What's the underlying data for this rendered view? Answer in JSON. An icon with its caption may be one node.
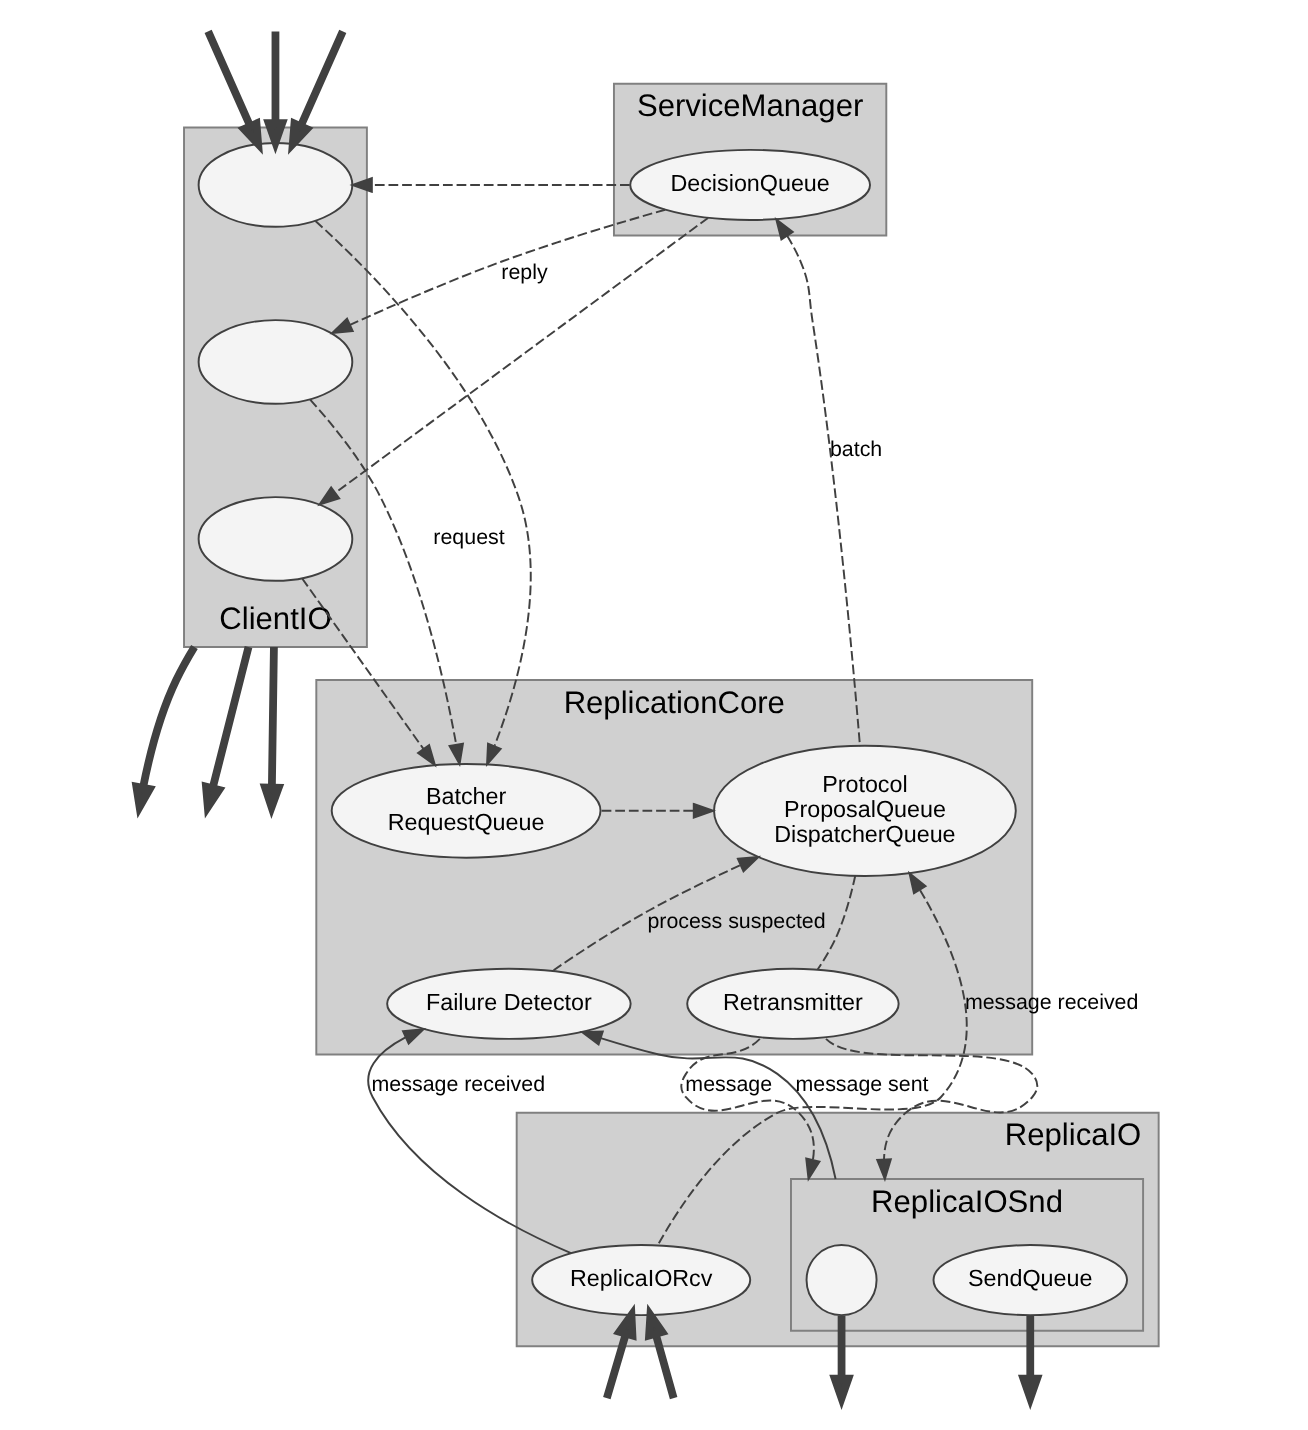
{
  "diagram": {
    "nodes": [
      {
        "text": [
          "ClientIO"
        ]
      },
      {
        "text": [],
        "shape": "ellipse",
        "in": 0
      },
      {
        "text": [],
        "shape": "ellipse",
        "in": 0
      },
      {
        "text": [],
        "shape": "ellipse",
        "in": 0
      },
      {
        "text": [
          "ServiceManager"
        ]
      },
      {
        "text": [
          "DecisionQueue"
        ],
        "in": 4
      },
      {
        "text": [
          "ReplicationCore"
        ]
      },
      {
        "text": [
          "Batcher",
          "RequestQueue"
        ],
        "in": 6
      },
      {
        "text": [
          "Protocol",
          "ProposalQueue",
          "DispatcherQueue"
        ],
        "in": 6
      },
      {
        "text": [
          "Failure Detector"
        ],
        "in": 6
      },
      {
        "text": [
          "Retransmitter"
        ],
        "in": 6
      },
      {
        "text": [
          "ReplicaIO"
        ]
      },
      {
        "text": [
          "ReplicaIORcv"
        ],
        "in": 11
      },
      {
        "text": [
          "ReplicaIOSnd"
        ],
        "in": 11
      },
      {
        "text": [],
        "shape": "circle",
        "in": 13
      },
      {
        "text": [
          "SendQueue"
        ],
        "in": 13
      }
    ],
    "edges": [
      {
        "from": null,
        "to": 1,
        "arrow": "to",
        "style": "thick"
      },
      {
        "from": null,
        "to": 1,
        "arrow": "to",
        "style": "thick"
      },
      {
        "from": null,
        "to": 1,
        "arrow": "to",
        "style": "thick"
      },
      {
        "from": 0,
        "to": null,
        "arrow": "to",
        "style": "thick"
      },
      {
        "from": 0,
        "to": null,
        "arrow": "to",
        "style": "thick"
      },
      {
        "from": 0,
        "to": null,
        "arrow": "to",
        "style": "thick"
      },
      {
        "from": 5,
        "to": 1,
        "arrow": "to",
        "style": "dashed"
      },
      {
        "from": 5,
        "to": 2,
        "arrow": "to",
        "style": "dashed",
        "label": "reply"
      },
      {
        "from": 5,
        "to": 3,
        "arrow": "to",
        "style": "dashed"
      },
      {
        "from": 1,
        "to": 7,
        "arrow": "to",
        "style": "dashed"
      },
      {
        "from": 2,
        "to": 7,
        "arrow": "to",
        "style": "dashed",
        "label": "request"
      },
      {
        "from": 3,
        "to": 7,
        "arrow": "to",
        "style": "dashed"
      },
      {
        "from": 8,
        "to": 5,
        "arrow": "to",
        "style": "dashed",
        "label": "batch"
      },
      {
        "from": 7,
        "to": 8,
        "arrow": "to",
        "style": "dashed"
      },
      {
        "from": 9,
        "to": 8,
        "arrow": "to",
        "style": "dashed",
        "label": "process suspected"
      },
      {
        "from": 12,
        "to": 8,
        "arrow": "to",
        "style": "dashed",
        "label": "message received"
      },
      {
        "from": 8,
        "to": 10,
        "arrow": "none",
        "style": "dashed"
      },
      {
        "from": 10,
        "to": 13,
        "arrow": "to",
        "style": "dashed",
        "label": "message"
      },
      {
        "from": 10,
        "to": 13,
        "arrow": "to",
        "style": "dashed"
      },
      {
        "from": 12,
        "to": 9,
        "arrow": "to",
        "label": "message received"
      },
      {
        "from": 13,
        "to": 9,
        "arrow": "to",
        "label": "message sent"
      },
      {
        "from": null,
        "to": 12,
        "arrow": "to",
        "style": "thick"
      },
      {
        "from": null,
        "to": 12,
        "arrow": "to",
        "style": "thick"
      },
      {
        "from": 14,
        "to": null,
        "arrow": "to",
        "style": "thick"
      },
      {
        "from": 15,
        "to": null,
        "arrow": "to",
        "style": "thick"
      }
    ]
  }
}
